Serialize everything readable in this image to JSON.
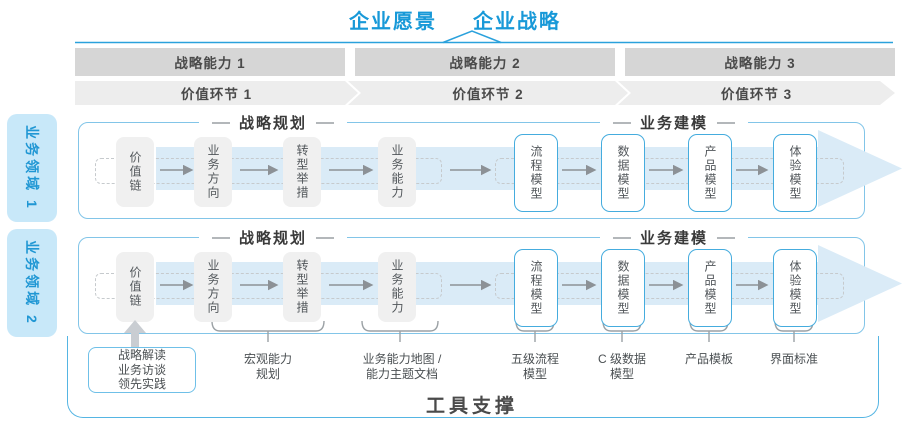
{
  "title": {
    "vision": "企业愿景",
    "strategy": "企业战略"
  },
  "capabilities": [
    "战略能力 1",
    "战略能力 2",
    "战略能力 3"
  ],
  "value_links": [
    "价值环节 1",
    "价值环节 2",
    "价值环节 3"
  ],
  "domains": [
    "业务领域 1",
    "业务领域 2"
  ],
  "rows": [
    {
      "planning": "战略规划",
      "modeling": "业务建模",
      "strategy_boxes": [
        "价值链",
        "业务方向",
        "转型举措",
        "业务能力"
      ],
      "model_boxes": [
        "流程模型",
        "数据模型",
        "产品模型",
        "体验模型"
      ]
    },
    {
      "planning": "战略规划",
      "modeling": "业务建模",
      "strategy_boxes": [
        "价值链",
        "业务方向",
        "转型举措",
        "业务能力"
      ],
      "model_boxes": [
        "流程模型",
        "数据模型",
        "产品模型",
        "体验模型"
      ]
    }
  ],
  "tools": {
    "inputs_box": "战略解读\n业务访谈\n领先实践",
    "labels": [
      "宏观能力\n规划",
      "业务能力地图 /\n能力主题文档",
      "五级流程\n模型",
      "C 级数据\n模型",
      "产品模板",
      "界面标准"
    ],
    "support": "工具支撑"
  },
  "colors": {
    "title_blue": "#1899D8",
    "bar_gray": "#D6D6D6",
    "band_gray": "#EDEDED",
    "box_gray": "#F0F0F0",
    "arrow_band_blue": "#DAEBF7",
    "domain_fill": "#C8E8F9",
    "border_blue": "#55B5E3"
  }
}
